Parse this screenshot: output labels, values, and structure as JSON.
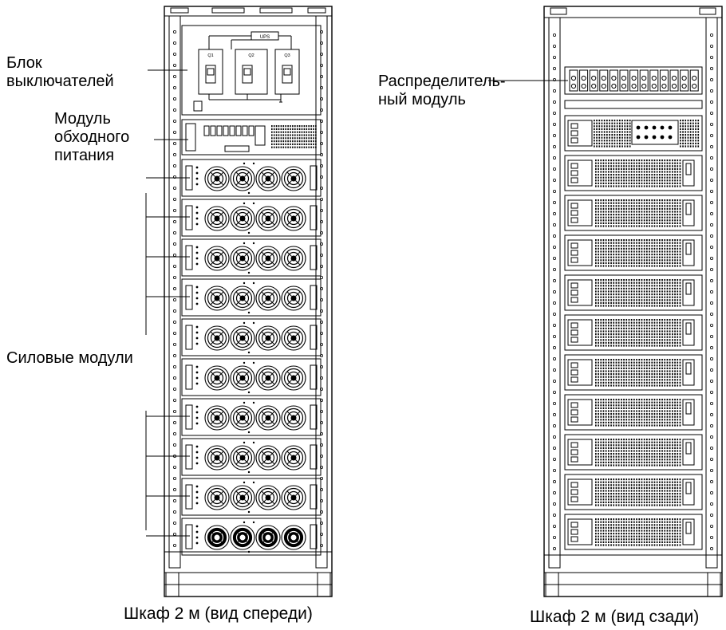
{
  "front_cabinet": {
    "labels": {
      "breaker_block": [
        "Блок",
        "выключателей"
      ],
      "bypass_module": [
        "Модуль",
        "обходного",
        "питания"
      ],
      "power_modules": "Силовые модули"
    },
    "panel_text": {
      "ups": "UPS",
      "q1": "Q1",
      "q2": "Q2",
      "q3": "Q3"
    },
    "power_module_count": 10,
    "fans_per_module": 4,
    "caption": "Шкаф 2 м (вид спереди)"
  },
  "rear_cabinet": {
    "labels": {
      "distribution_module": [
        "Распределитель-",
        "ный модуль"
      ]
    },
    "module_count": 11,
    "caption": "Шкаф 2 м (вид сзади)"
  },
  "colors": {
    "line": "#000000",
    "background": "#ffffff",
    "frame_fill": "#f4f4f4"
  }
}
